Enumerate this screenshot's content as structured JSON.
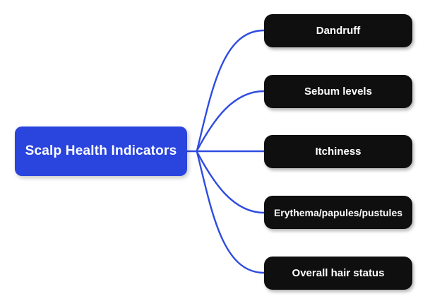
{
  "diagram": {
    "type": "mindmap",
    "root": {
      "label": "Scalp Health Indicators"
    },
    "children": [
      {
        "label": "Dandruff"
      },
      {
        "label": "Sebum levels"
      },
      {
        "label": "Itchiness"
      },
      {
        "label": "Erythema/papules/pustules"
      },
      {
        "label": "Overall hair status"
      }
    ],
    "colors": {
      "canvas_bg": "#ffffff",
      "root_bg": "#2a44de",
      "child_bg": "#0f0f10",
      "connector": "#2f4ce0",
      "node_text": "#ffffff"
    }
  }
}
